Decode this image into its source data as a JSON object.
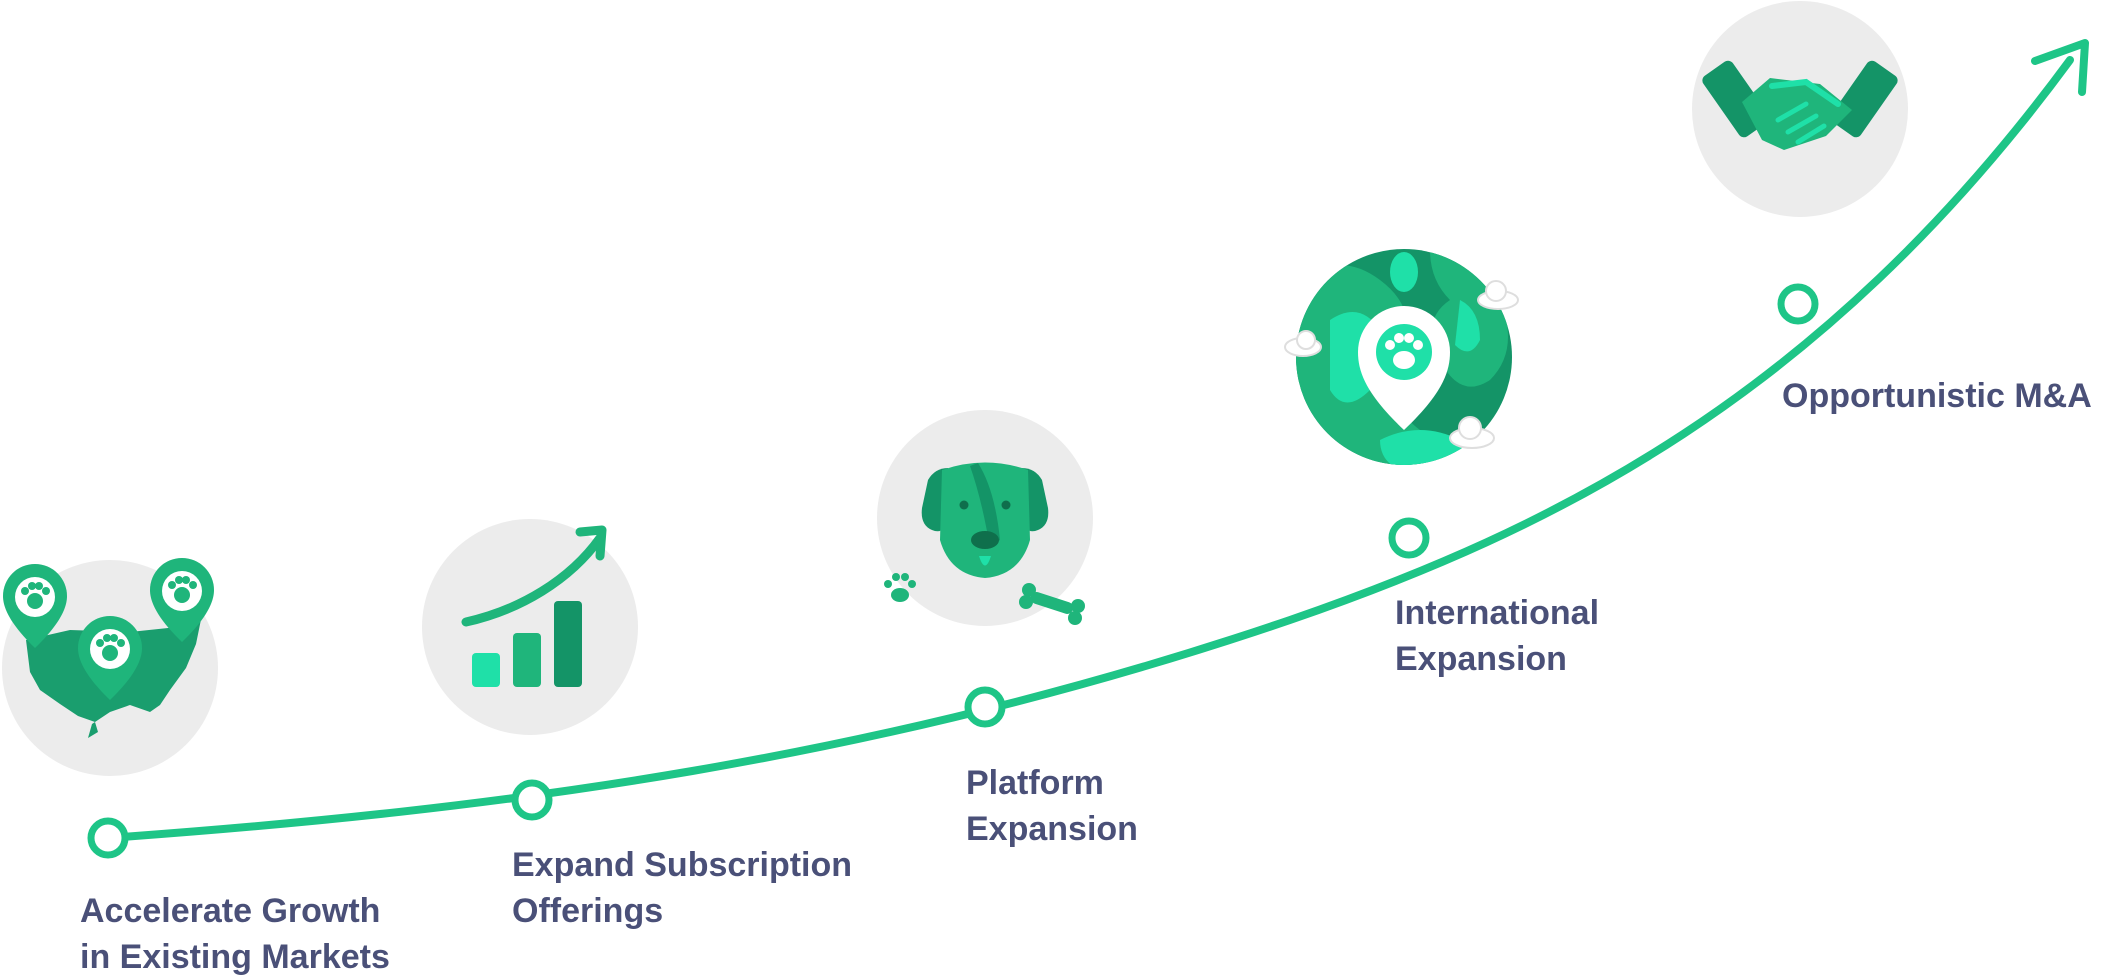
{
  "colors": {
    "accent": "#1ec587",
    "icon_green": "#1fb57b",
    "icon_dark": "#149467",
    "icon_light": "#1fe0a8",
    "circle_bg": "#ececec",
    "label_text": "#4a5078"
  },
  "milestones": [
    {
      "id": "accelerate",
      "icon": "us-map-paw-pins-icon",
      "label_lines": [
        "Accelerate Growth",
        "in Existing Markets"
      ]
    },
    {
      "id": "subscription",
      "icon": "growth-bar-chart-icon",
      "label_lines": [
        "Expand Subscription",
        "Offerings"
      ]
    },
    {
      "id": "platform",
      "icon": "dog-face-icon",
      "label_lines": [
        "Platform",
        "Expansion"
      ]
    },
    {
      "id": "international",
      "icon": "globe-paw-pin-icon",
      "label_lines": [
        "International",
        "Expansion"
      ]
    },
    {
      "id": "mna",
      "icon": "handshake-icon",
      "label_lines": [
        "Opportunistic M&A"
      ]
    }
  ]
}
